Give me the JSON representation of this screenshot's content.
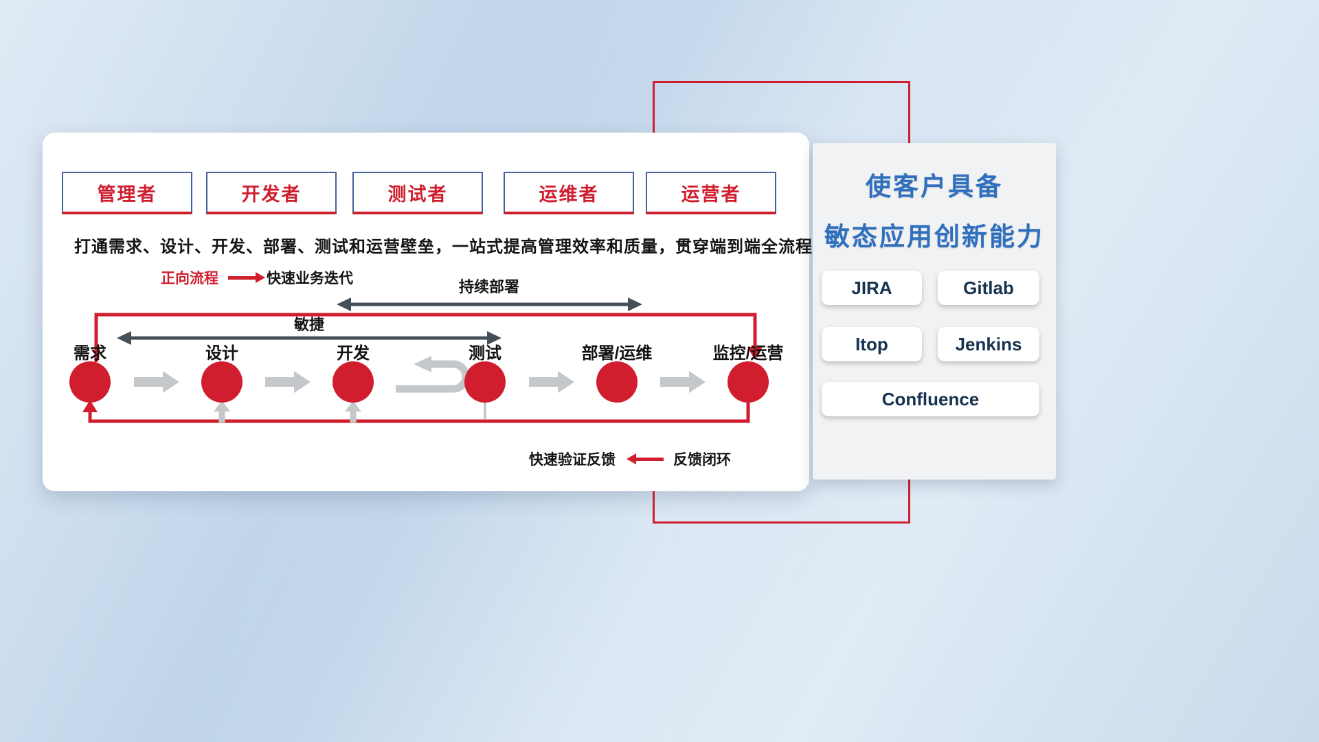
{
  "card": {
    "roles": [
      {
        "label": "管理者"
      },
      {
        "label": "开发者"
      },
      {
        "label": "测试者"
      },
      {
        "label": "运维者"
      },
      {
        "label": "运营者"
      }
    ],
    "description": "打通需求、设计、开发、部署、测试和运营壁垒，一站式提高管理效率和质量，贯穿端到端全流程",
    "legend_forward": {
      "label": "正向流程",
      "value": "快速业务迭代"
    },
    "arrow_labels": {
      "continuous_deployment": "持续部署",
      "agile": "敏捷"
    },
    "stages": [
      "需求",
      "设计",
      "开发",
      "测试",
      "部署/运维",
      "监控/运营"
    ],
    "legend_feedback": {
      "label": "快速验证反馈",
      "value": "反馈闭环"
    }
  },
  "side_panel": {
    "title_line1": "使客户具备",
    "title_line2": "敏态应用创新能力",
    "tools": [
      "JIRA",
      "Gitlab",
      "Itop",
      "Jenkins",
      "Confluence"
    ]
  },
  "colors": {
    "accent_red": "#d01e2f",
    "title_blue": "#2e6fbe",
    "navy_text": "#16324f",
    "dark_arrow": "#454f58",
    "light_arrow": "#c5c8cb"
  }
}
